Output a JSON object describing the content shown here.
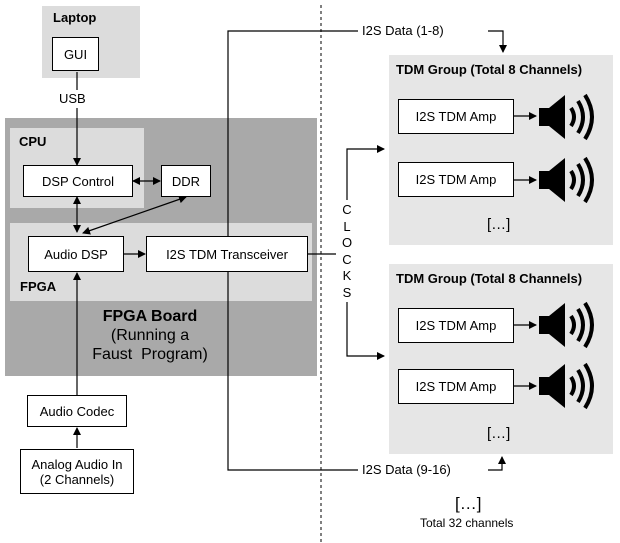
{
  "laptop": {
    "title": "Laptop",
    "gui": "GUI"
  },
  "usb": "USB",
  "cpu": {
    "title": "CPU",
    "dsp_control": "DSP Control",
    "ddr": "DDR"
  },
  "fpga": {
    "title": "FPGA",
    "audio_dsp": "Audio DSP",
    "transceiver": "I2S TDM Transceiver"
  },
  "board": {
    "title": "FPGA Board",
    "line1": "(Running a",
    "line2": "Faust  Program)"
  },
  "codec": "Audio Codec",
  "analog_in": {
    "line1": "Analog Audio In",
    "line2": "(2 Channels)"
  },
  "i2s_data_top": "I2S Data (1-8)",
  "i2s_data_bottom": "I2S Data (9-16)",
  "clocks": [
    "C",
    "L",
    "O",
    "C",
    "K",
    "S"
  ],
  "groups": [
    {
      "title": "TDM Group (Total 8 Channels)",
      "amps": [
        "I2S TDM Amp",
        "I2S TDM Amp"
      ],
      "ellipsis": "[…]"
    },
    {
      "title": "TDM Group (Total 8 Channels)",
      "amps": [
        "I2S TDM Amp",
        "I2S TDM Amp"
      ],
      "ellipsis": "[…]"
    }
  ],
  "footer": {
    "ellipsis": "[…]",
    "total": "Total 32 channels"
  }
}
